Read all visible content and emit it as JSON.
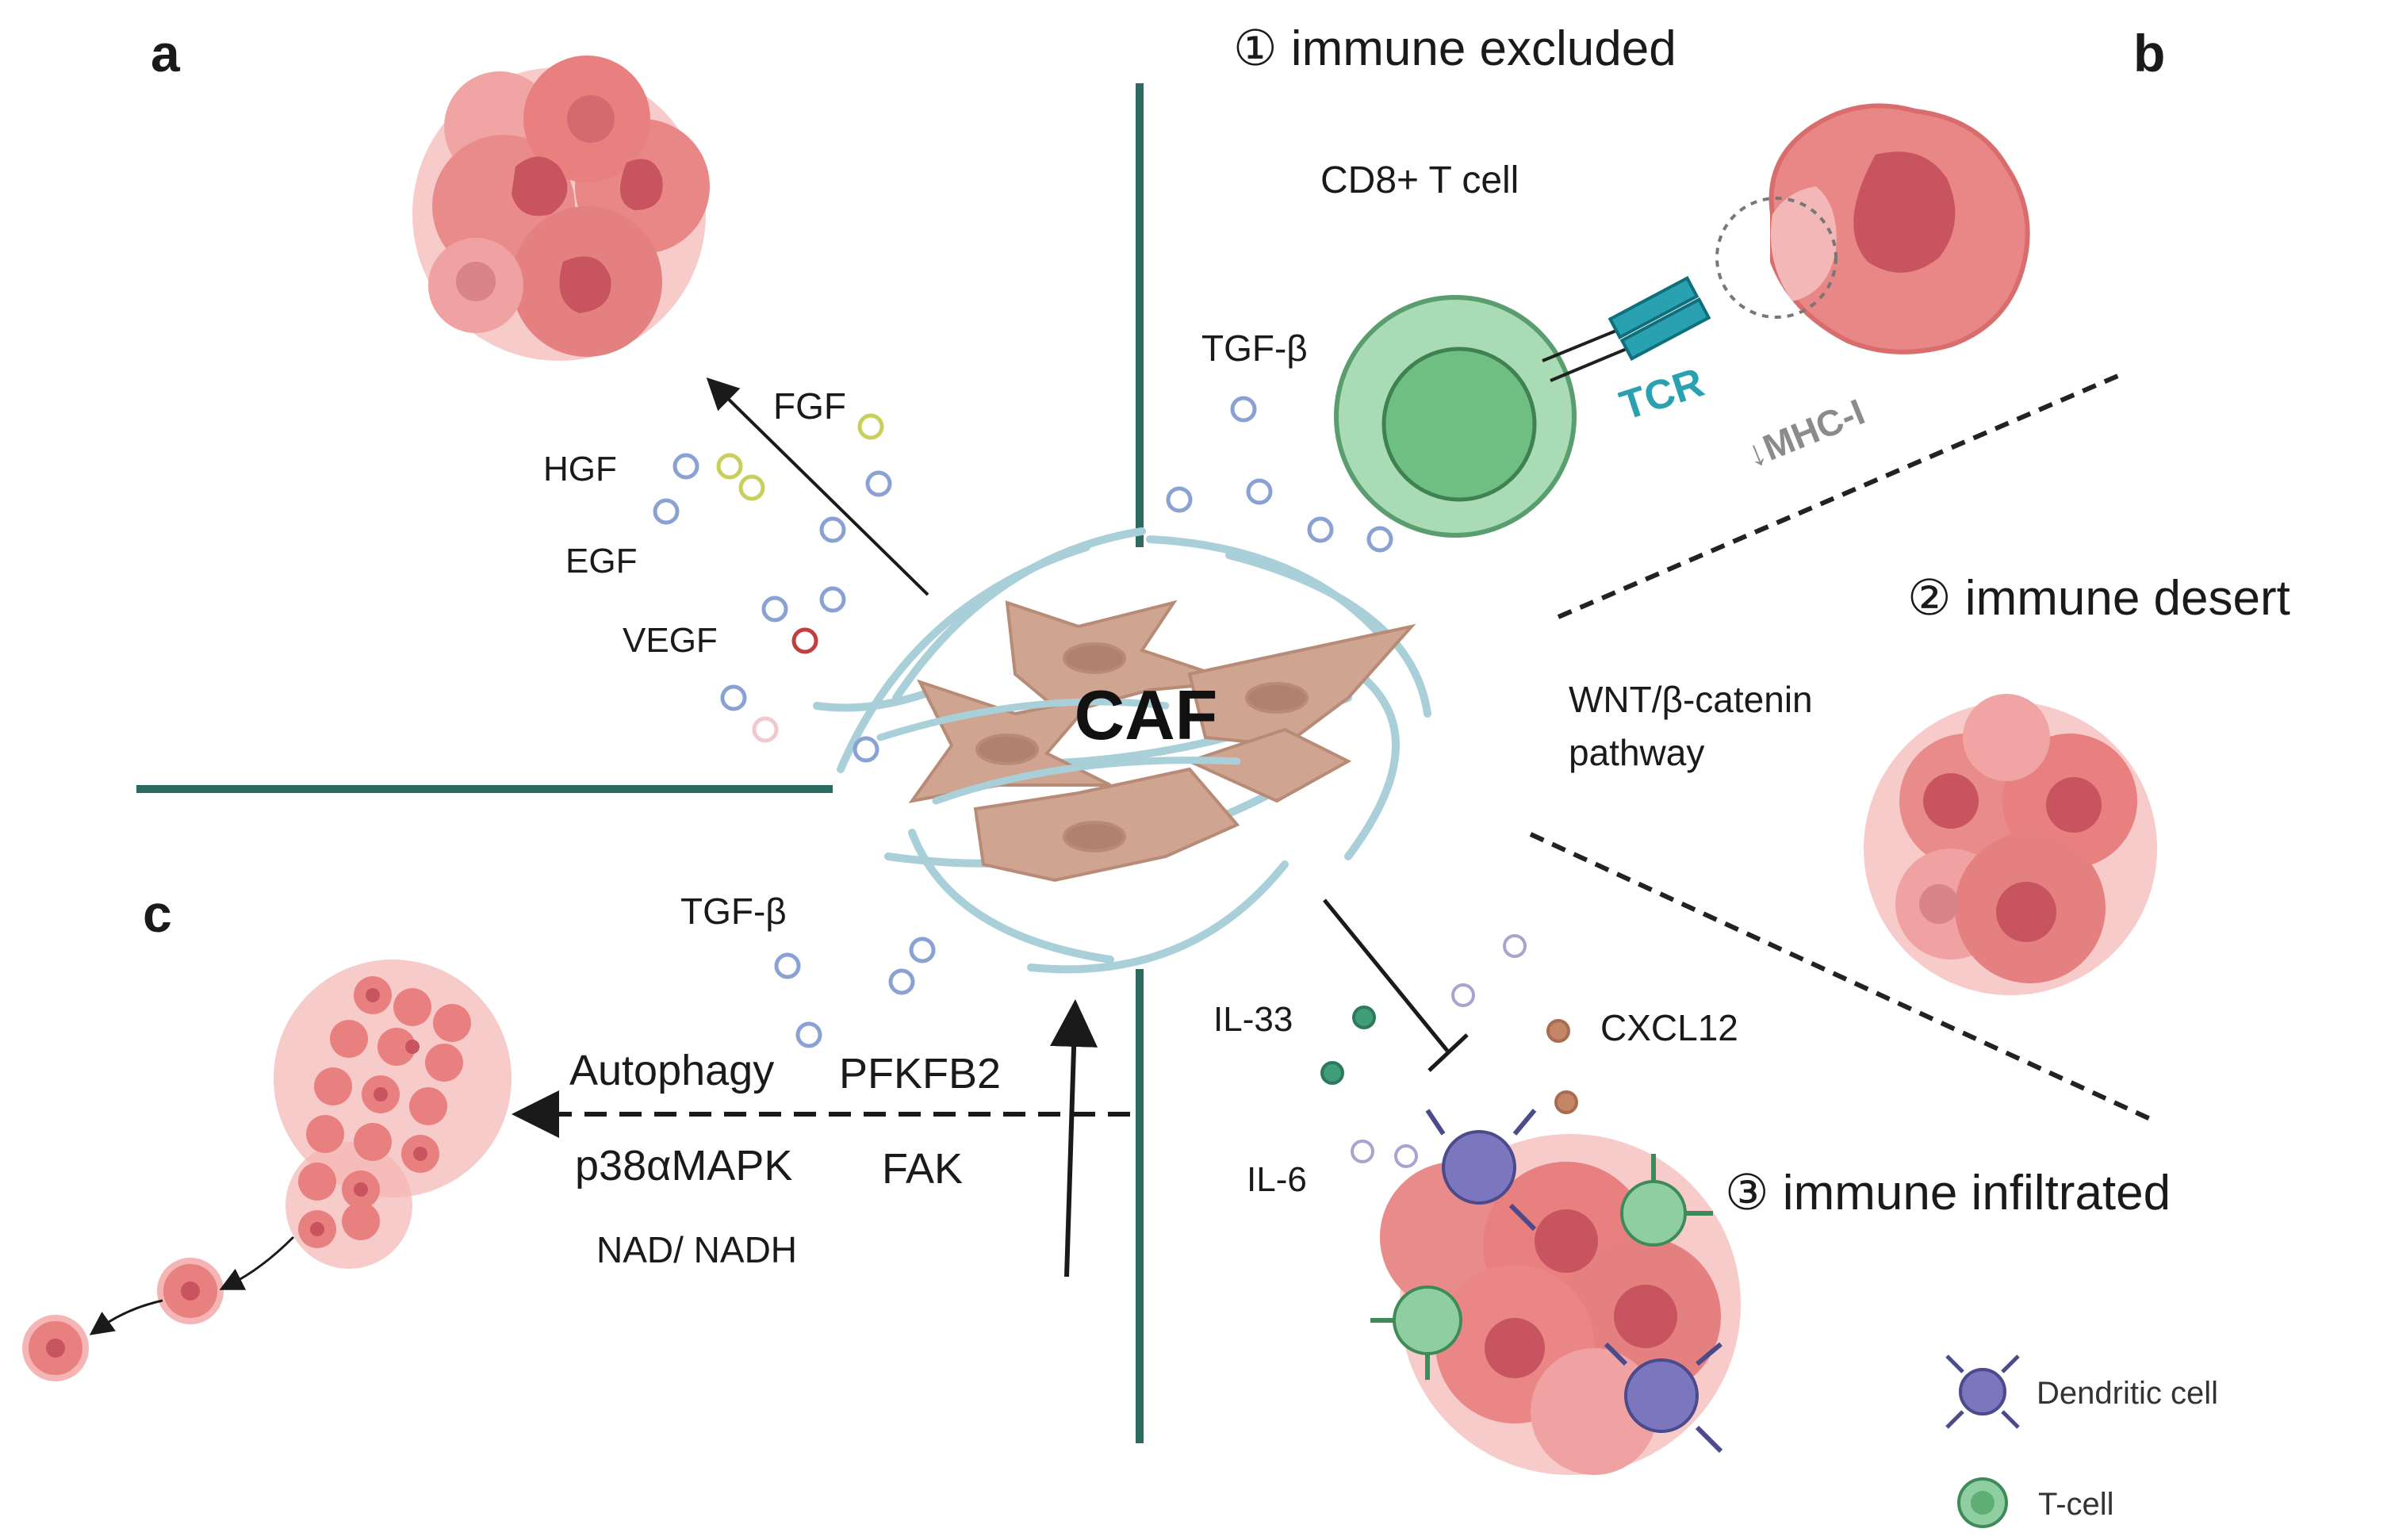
{
  "panels": {
    "a": "a",
    "b": "b",
    "c": "c"
  },
  "center": {
    "caf_label": "CAF"
  },
  "panel_a": {
    "growth_factors": [
      "FGF",
      "HGF",
      "EGF",
      "VEGF"
    ]
  },
  "panel_b": {
    "immune_excluded": "① immune excluded",
    "cd8_t_cell": "CD8+ T cell",
    "tgf_beta": "TGF-β",
    "tcr": "TCR",
    "mhc_i": "↓MHC-I",
    "immune_desert": "② immune desert",
    "wnt_line1": "WNT/β-catenin",
    "wnt_line2": "pathway",
    "immune_infiltrated": "③ immune infiltrated",
    "cytokines": [
      "IL-33",
      "CXCL12",
      "IL-6"
    ]
  },
  "panel_c": {
    "tgf_beta": "TGF-β",
    "autophagy": "Autophagy",
    "pfkfb2": "PFKFB2",
    "p38": "p38αMAPK",
    "fak": "FAK",
    "nad": "NAD/ NADH"
  },
  "legend": {
    "dendritic_cell": "Dendritic cell",
    "t_cell": "T-cell"
  },
  "colors": {
    "divider": "#2c6b61",
    "tumor": "#e98686",
    "tumor_nucleus": "#c7545e",
    "caf_cell": "#cfa592",
    "ecm_fiber": "#a9cfd9",
    "t_cell": "#8fcea0",
    "dendritic": "#7b76bd",
    "tcr": "#2aa1b0",
    "dot_blue": "#8aa2d3",
    "dot_yellow": "#c8cf5b",
    "dot_red": "#c0403f"
  }
}
